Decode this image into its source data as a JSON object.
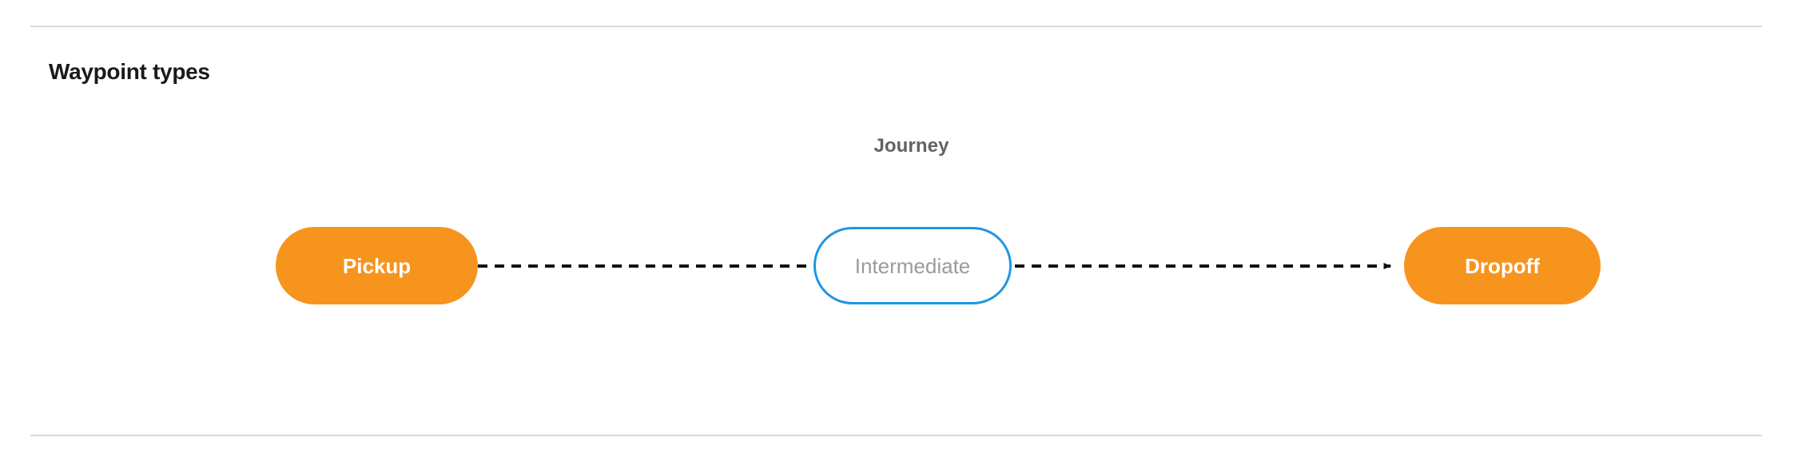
{
  "section": {
    "title": "Waypoint types"
  },
  "diagram": {
    "type": "flow",
    "orientation": "left-to-right",
    "graph_label": "Journey",
    "nodes": [
      {
        "id": "pickup",
        "label": "Pickup",
        "style": "filled",
        "fill": "#f7941e",
        "text_color": "#ffffff",
        "shape": "stadium"
      },
      {
        "id": "intermediate",
        "label": "Intermediate",
        "style": "outlined",
        "fill": "#ffffff",
        "stroke": "#2196e3",
        "text_color": "#9b9b9b",
        "shape": "stadium"
      },
      {
        "id": "dropoff",
        "label": "Dropoff",
        "style": "filled",
        "fill": "#f7941e",
        "text_color": "#ffffff",
        "shape": "stadium"
      }
    ],
    "edges": [
      {
        "from": "pickup",
        "to": "intermediate",
        "line_style": "dashed",
        "color": "#111111",
        "arrowhead": false
      },
      {
        "from": "intermediate",
        "to": "dropoff",
        "line_style": "dashed",
        "color": "#111111",
        "arrowhead": true
      }
    ]
  },
  "colors": {
    "accent_orange": "#f7941e",
    "accent_blue": "#2196e3",
    "divider": "#d9d9d9",
    "label_gray": "#636363",
    "muted_text": "#9b9b9b"
  }
}
